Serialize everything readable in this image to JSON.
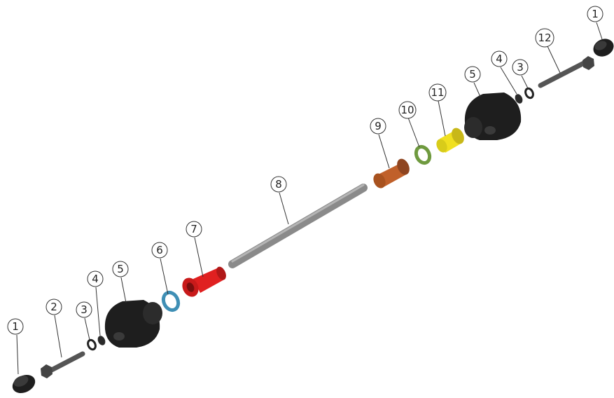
{
  "callouts": [
    {
      "id": "c1a",
      "label": "1"
    },
    {
      "id": "c2",
      "label": "2"
    },
    {
      "id": "c3a",
      "label": "3"
    },
    {
      "id": "c4a",
      "label": "4"
    },
    {
      "id": "c5a",
      "label": "5"
    },
    {
      "id": "c6",
      "label": "6"
    },
    {
      "id": "c7",
      "label": "7"
    },
    {
      "id": "c8",
      "label": "8"
    },
    {
      "id": "c9",
      "label": "9"
    },
    {
      "id": "c10",
      "label": "10"
    },
    {
      "id": "c11",
      "label": "11"
    },
    {
      "id": "c5b",
      "label": "5"
    },
    {
      "id": "c4b",
      "label": "4"
    },
    {
      "id": "c3b",
      "label": "3"
    },
    {
      "id": "c12",
      "label": "12"
    },
    {
      "id": "c1b",
      "label": "1"
    }
  ],
  "colors": {
    "dark_part": "#1e1e1e",
    "rod_gray": "#8a8a8a",
    "washer_blue": "#3f8fb5",
    "part_red": "#e02020",
    "part_copper": "#c0602a",
    "ring_green": "#6f9a3f",
    "part_yellow": "#f0e020",
    "line": "#333333"
  }
}
